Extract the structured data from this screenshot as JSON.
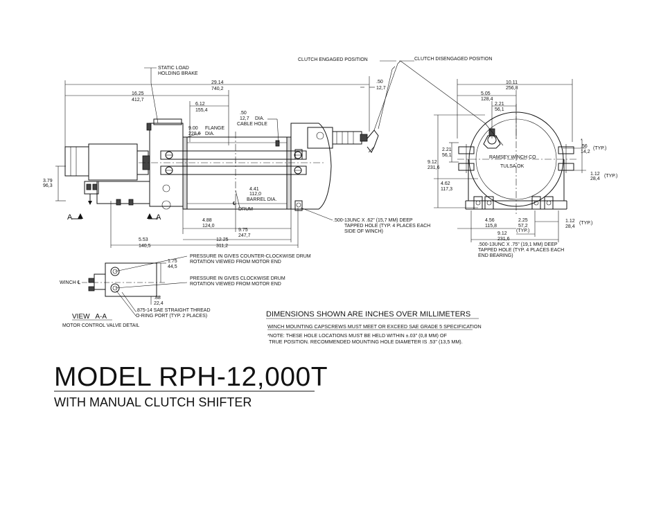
{
  "title": {
    "model": "MODEL RPH-12,000T",
    "subtitle": "WITH MANUAL CLUTCH SHIFTER"
  },
  "notes": {
    "header": "DIMENSIONS SHOWN ARE INCHES OVER MILLIMETERS",
    "capscrews": "WINCH MOUNTING CAPSCREWS MUST MEET OR EXCEED SAE GRADE 5 SPECIFICATION",
    "hole_note_1": "*NOTE: THESE HOLE LOCATIONS MUST BE HELD WITHIN ±.03\" (0,8 MM) OF",
    "hole_note_2": "TRUE POSITION. RECOMMENDED MOUNTING HOLE DIAMETER IS .53\" (13,5 MM)."
  },
  "side_view": {
    "clutch_engaged": "CLUTCH ENGAGED POSITION",
    "clutch_disengaged": "CLUTCH DISENGAGED POSITION",
    "static_load_1": "STATIC LOAD",
    "static_load_2": "HOLDING BRAKE",
    "cable_hole_1": "DIA.",
    "cable_hole_2": "CABLE HOLE",
    "flange_1": "FLANGE",
    "flange_2": "DIA.",
    "barrel": "BARREL DIA.",
    "drum": "DRUM",
    "drum_cl": "℄",
    "tapped_1": ".500-13UNC X .62\" (15,7 MM) DEEP",
    "tapped_2": "TAPPED HOLE (TYP. 4 PLACES EACH",
    "tapped_3": "SIDE OF WINCH)",
    "section_a_left": "A",
    "section_a_right": "A",
    "dims": {
      "d29_in": "29.14",
      "d29_mm": "740,2",
      "d16_in": "16.25",
      "d16_mm": "412,7",
      "d6_in": "6.12",
      "d6_mm": "155,4",
      "d50_in": ".50",
      "d50_mm": "12,7",
      "dch_in": ".50",
      "dch_mm": "12,7",
      "d9_in": "9.00",
      "d9_mm": "228,6",
      "d379_in": "3.79",
      "d379_mm": "96,3",
      "d441_in": "4.41",
      "d441_mm": "112,0",
      "d488_in": "4.88",
      "d488_mm": "124,0",
      "d975_in": "9.75",
      "d975_mm": "247,7",
      "d553_in": "5.53",
      "d553_mm": "140,5",
      "d1225_in": "12.25",
      "d1225_mm": "311,2"
    }
  },
  "end_view": {
    "ramsey": "RAMSEY WINCH CO",
    "tulsa": "TULSA OK",
    "typ": "(TYP.)",
    "typ2": "(TYP.)",
    "typ3": "(TYP.)",
    "typ4": "(TYP.)",
    "star": "*",
    "tapped_1": ".500-13UNC X .75\" (19,1 MM) DEEP",
    "tapped_2": "TAPPED HOLE (TYP. 4 PLACES EACH",
    "tapped_3": "END BEARING)",
    "dims": {
      "d1011_in": "10.11",
      "d1011_mm": "256,8",
      "d505_in": "5.05",
      "d505_mm": "128,4",
      "d221a_in": "2.21",
      "d221a_mm": "56,1",
      "d221b_in": "2.21",
      "d221b_mm": "56,1",
      "d912a_in": "9.12",
      "d912a_mm": "231,6",
      "d462_in": "4.62",
      "d462_mm": "117,3",
      "d56_in": ".56",
      "d56_mm": "14,2",
      "d112a_in": "1.12",
      "d112a_mm": "28,4",
      "d456_in": "4.56",
      "d456_mm": "115,8",
      "d225_in": "2.25",
      "d225_mm": "57,2",
      "d112b_in": "1.12",
      "d112b_mm": "28,4",
      "d912b_in": "9.12",
      "d912b_mm": "231,6"
    }
  },
  "valve_detail": {
    "ccw_1": "PRESSURE IN GIVES COUNTER-CLOCKWISE DRUM",
    "ccw_2": "ROTATION VIEWED FROM MOTOR END",
    "cw_1": "PRESSURE IN GIVES CLOCKWISE DRUM",
    "cw_2": "ROTATION VIEWED FROM MOTOR END",
    "winch_label": "WINCH ℄",
    "d175_in": "1.75",
    "d175_mm": "44,5",
    "d88_in": ".88",
    "d88_mm": "22,4",
    "port_1": ".875-14 SAE STRAIGHT THREAD",
    "port_2": "O-RING PORT (TYP. 2 PLACES)",
    "view": "VIEW   A-A",
    "caption": "MOTOR CONTROL VALVE DETAIL"
  }
}
